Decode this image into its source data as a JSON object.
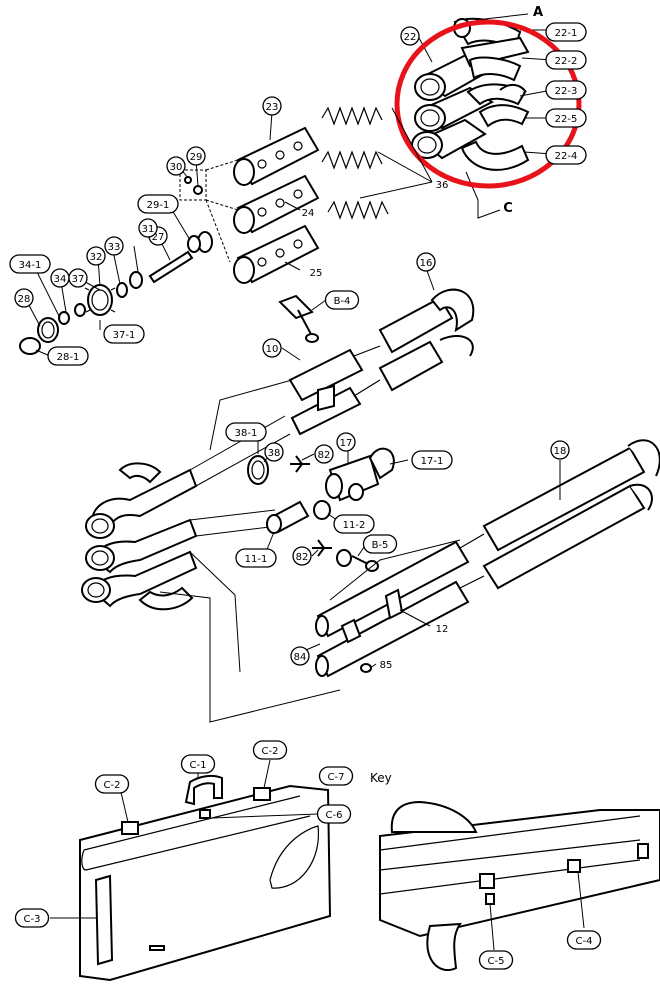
{
  "labels": {
    "22": "22",
    "22_1": "22-1",
    "22_2": "22-2",
    "22_3": "22-3",
    "22_5": "22-5",
    "22_4": "22-4",
    "a": "A",
    "c": "C",
    "23": "23",
    "24": "24",
    "25": "25",
    "36": "36",
    "30": "30",
    "29": "29",
    "29_1": "29-1",
    "27": "27",
    "31": "31",
    "34_1": "34-1",
    "34": "34",
    "37": "37",
    "32": "32",
    "33": "33",
    "37_1": "37-1",
    "28": "28",
    "28_1": "28-1",
    "16": "16",
    "b4": "B-4",
    "10": "10",
    "38_1": "38-1",
    "38": "38",
    "82a": "82",
    "17": "17",
    "17_1": "17-1",
    "11_2": "11-2",
    "11_1": "11-1",
    "82b": "82",
    "b5": "B-5",
    "18": "18",
    "12": "12",
    "84": "84",
    "85": "85",
    "c1": "C-1",
    "c2a": "C-2",
    "c2b": "C-2",
    "c7": "C-7",
    "key": "Key",
    "c6": "C-6",
    "c3": "C-3",
    "c4": "C-4",
    "c5": "C-5"
  },
  "highlight_color": "#e8121b"
}
